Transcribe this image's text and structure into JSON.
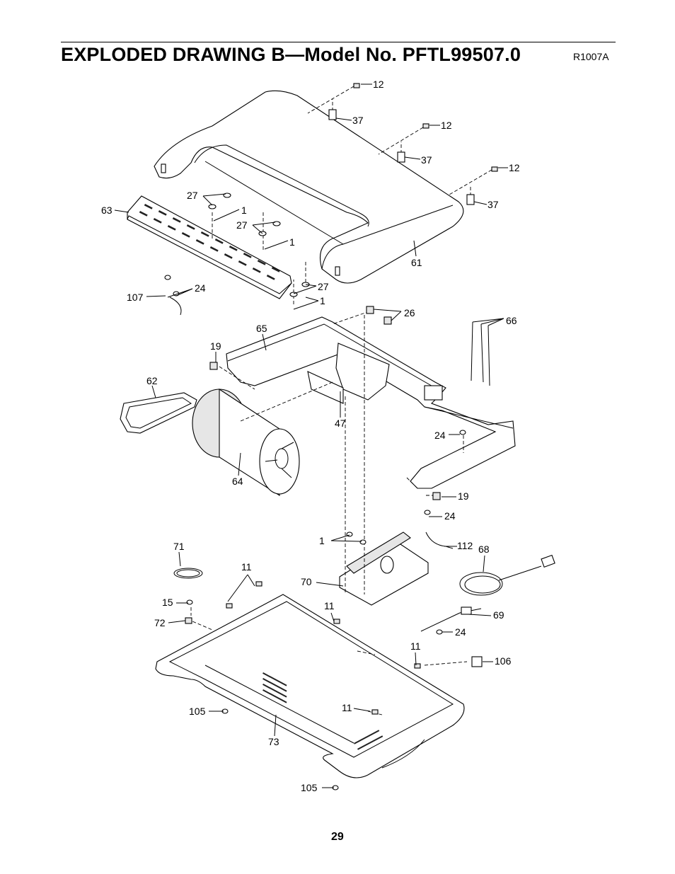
{
  "header": {
    "title": "EXPLODED DRAWING B—Model No. PFTL99507.0",
    "drawing_id": "R1007A"
  },
  "footer": {
    "page_number": "29"
  },
  "callouts": [
    {
      "label": "12"
    },
    {
      "label": "37"
    },
    {
      "label": "12"
    },
    {
      "label": "37"
    },
    {
      "label": "12"
    },
    {
      "label": "37"
    },
    {
      "label": "27"
    },
    {
      "label": "1"
    },
    {
      "label": "63"
    },
    {
      "label": "27"
    },
    {
      "label": "1"
    },
    {
      "label": "61"
    },
    {
      "label": "107"
    },
    {
      "label": "24"
    },
    {
      "label": "27"
    },
    {
      "label": "1"
    },
    {
      "label": "26"
    },
    {
      "label": "66"
    },
    {
      "label": "65"
    },
    {
      "label": "19"
    },
    {
      "label": "62"
    },
    {
      "label": "47"
    },
    {
      "label": "24"
    },
    {
      "label": "64"
    },
    {
      "label": "19"
    },
    {
      "label": "24"
    },
    {
      "label": "71"
    },
    {
      "label": "1"
    },
    {
      "label": "112"
    },
    {
      "label": "68"
    },
    {
      "label": "11"
    },
    {
      "label": "70"
    },
    {
      "label": "15"
    },
    {
      "label": "11"
    },
    {
      "label": "69"
    },
    {
      "label": "72"
    },
    {
      "label": "24"
    },
    {
      "label": "11"
    },
    {
      "label": "106"
    },
    {
      "label": "105"
    },
    {
      "label": "11"
    },
    {
      "label": "73"
    },
    {
      "label": "105"
    }
  ]
}
